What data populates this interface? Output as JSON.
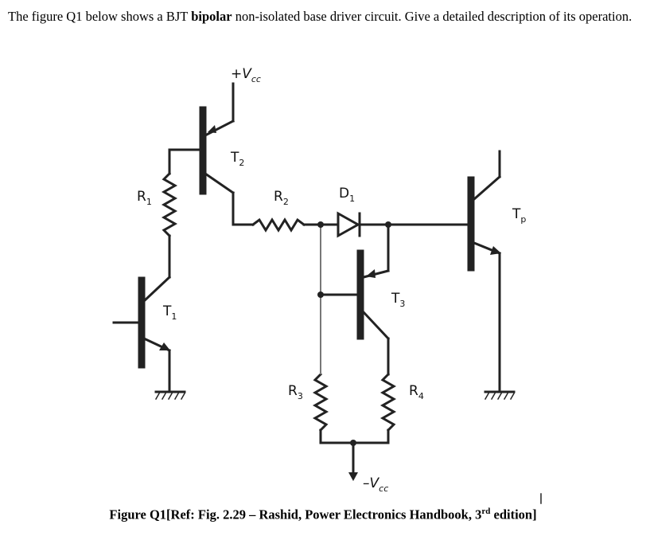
{
  "question": {
    "text_before": "The figure Q1 below shows a BJT ",
    "bold_word": "bipolar",
    "text_after": " non-isolated base driver circuit. Give a detailed description of its operation."
  },
  "diagram": {
    "labels": {
      "vcc_pos": "+V",
      "vcc_pos_sub": "cc",
      "vcc_neg": "–V",
      "vcc_neg_sub": "cc",
      "t1": "T",
      "t1_sub": "1",
      "t2": "T",
      "t2_sub": "2",
      "t3": "T",
      "t3_sub": "3",
      "tp": "T",
      "tp_sub": "p",
      "r1": "R",
      "r1_sub": "1",
      "r2": "R",
      "r2_sub": "2",
      "r3": "R",
      "r3_sub": "3",
      "r4": "R",
      "r4_sub": "4",
      "d1": "D",
      "d1_sub": "1"
    }
  },
  "caption": {
    "main": "Figure Q1[Ref: Fig. 2.29 – Rashid, Power Electronics Handbook, 3",
    "sup": "rd",
    "end": " edition]"
  }
}
